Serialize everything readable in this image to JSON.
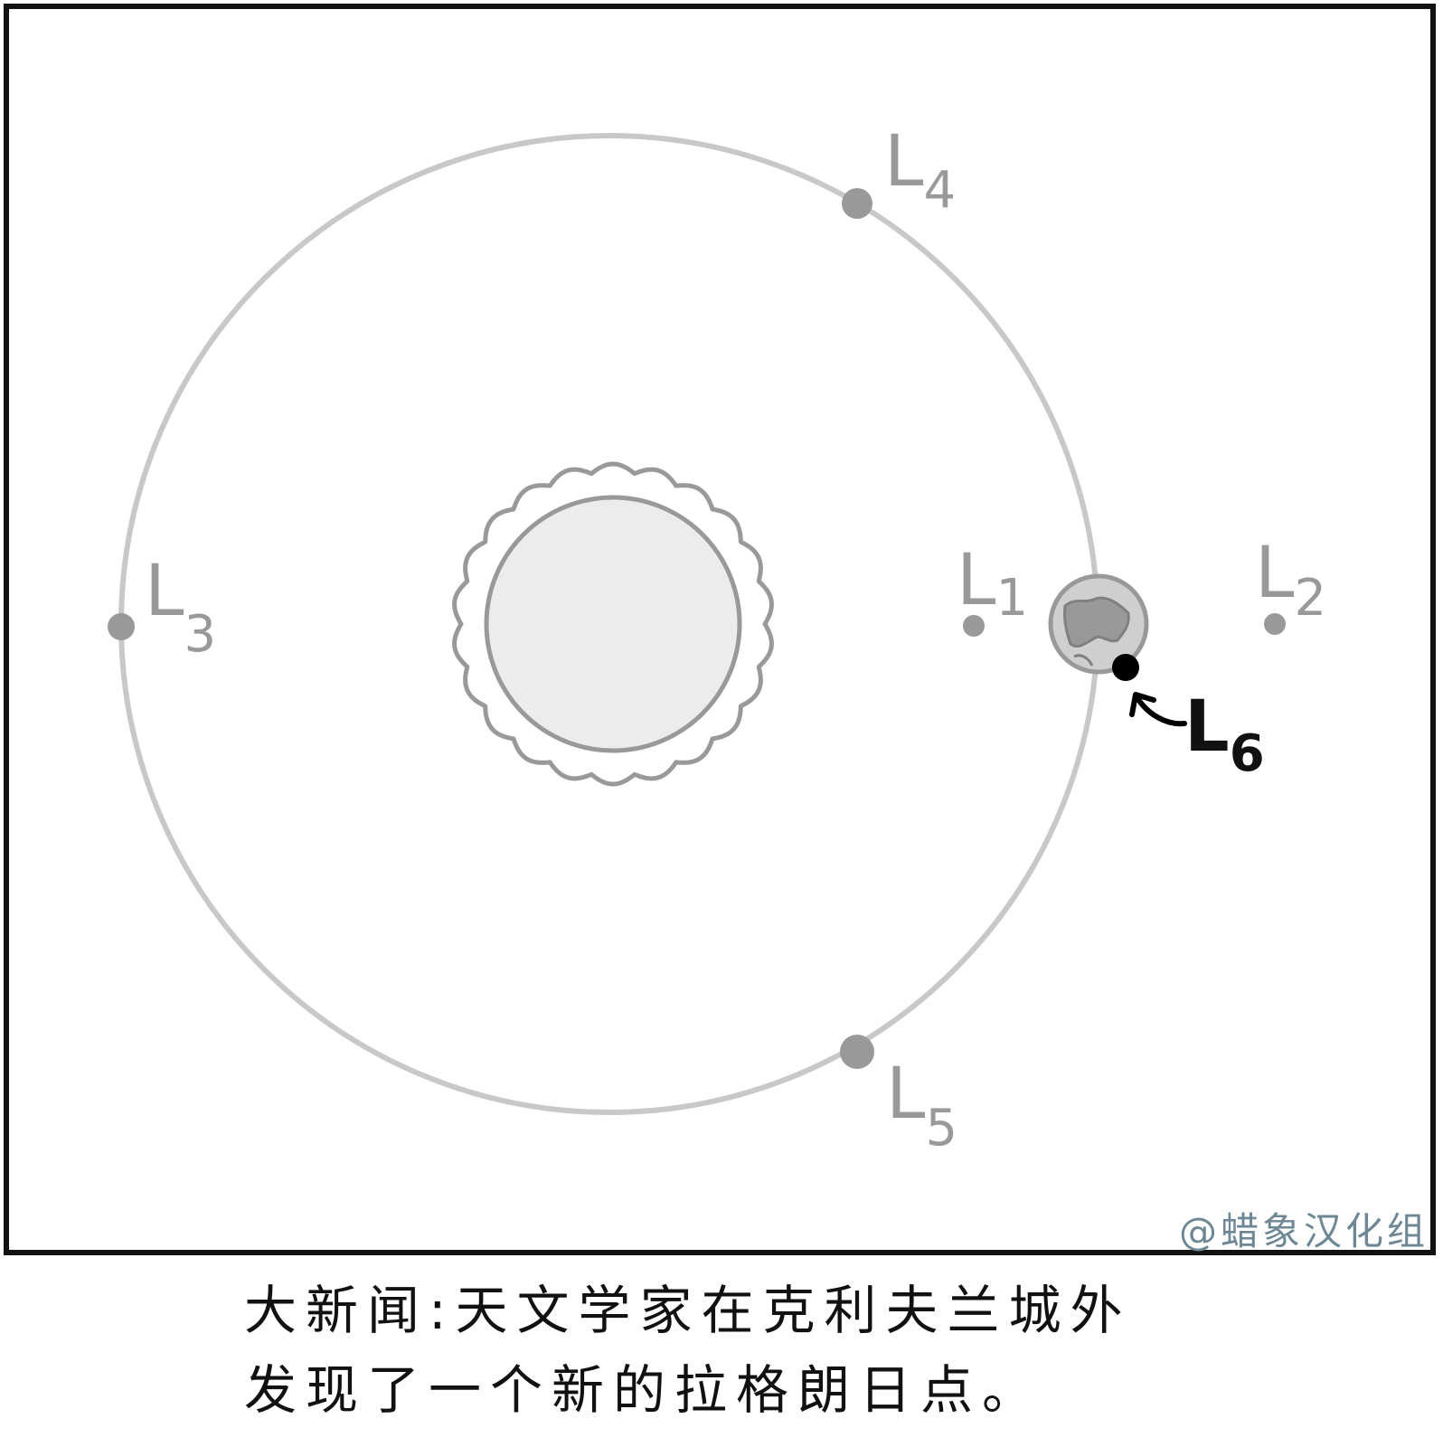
{
  "points": {
    "L1": {
      "name": "L",
      "sub": "1"
    },
    "L2": {
      "name": "L",
      "sub": "2"
    },
    "L3": {
      "name": "L",
      "sub": "3"
    },
    "L4": {
      "name": "L",
      "sub": "4"
    },
    "L5": {
      "name": "L",
      "sub": "5"
    },
    "L6": {
      "name": "L",
      "sub": "6"
    }
  },
  "watermark": "@蜡象汉化组",
  "caption": {
    "line1": "大新闻:天文学家在克利夫兰城外",
    "line2": "发现了一个新的拉格朗日点。"
  },
  "colors": {
    "orbit": "#c8c8c8",
    "point": "#999999",
    "sun_fill": "#ececec",
    "sun_stroke": "#999999",
    "l6_point": "#000000"
  }
}
